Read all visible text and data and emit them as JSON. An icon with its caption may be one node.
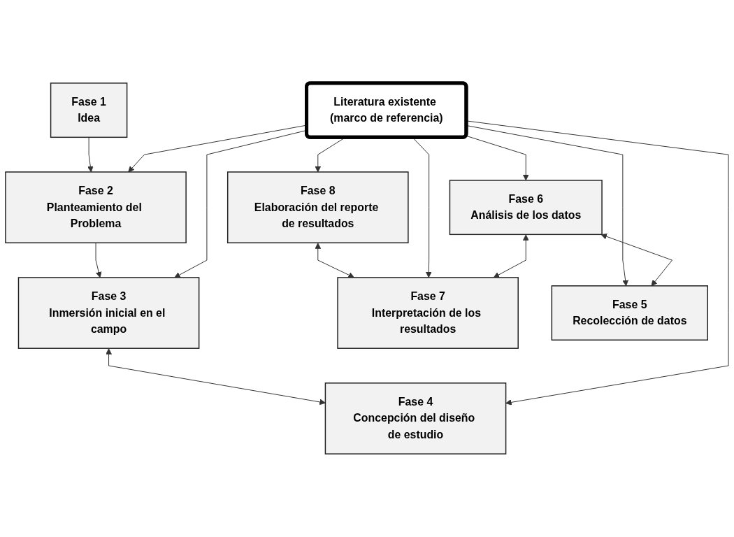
{
  "diagram": {
    "nodes": [
      {
        "text": [
          "Fase 1",
          "Idea"
        ]
      },
      {
        "text": [
          "Fase 2",
          "Planteamiento del Problema"
        ]
      },
      {
        "text": [
          "Fase 3",
          "Inmersión inicial en el campo"
        ]
      },
      {
        "text": [
          "Fase 8",
          "Elaboración del reporte de resultados"
        ]
      },
      {
        "text": [
          "Literatura existente (marco de referencia)"
        ]
      },
      {
        "text": [
          "Fase 4",
          "Concepción del diseño de estudio"
        ]
      },
      {
        "text": [
          "Fase 7",
          "Interpretación de los resultados"
        ]
      },
      {
        "text": [
          "Fase 5",
          "Recolección de datos"
        ]
      },
      {
        "text": [
          "Fase 6",
          "Análisis de los datos"
        ]
      }
    ],
    "edges": [
      {
        "from": 0,
        "to": 1,
        "arrow": "to"
      },
      {
        "from": 1,
        "to": 2,
        "arrow": "to"
      },
      {
        "from": 4,
        "to": 1,
        "arrow": "to"
      },
      {
        "from": 4,
        "to": 2,
        "arrow": "to"
      },
      {
        "from": 2,
        "to": 5,
        "arrow": "both"
      },
      {
        "from": 4,
        "to": 3,
        "arrow": "to"
      },
      {
        "from": 4,
        "to": 5,
        "arrow": "to"
      },
      {
        "from": 3,
        "to": 6,
        "arrow": "both"
      },
      {
        "from": 4,
        "to": 6,
        "arrow": "to"
      },
      {
        "from": 4,
        "to": 7,
        "arrow": "to"
      },
      {
        "from": 4,
        "to": 8,
        "arrow": "to"
      },
      {
        "from": 8,
        "to": 6,
        "arrow": "both"
      },
      {
        "from": 8,
        "to": 7,
        "arrow": "both"
      }
    ]
  }
}
